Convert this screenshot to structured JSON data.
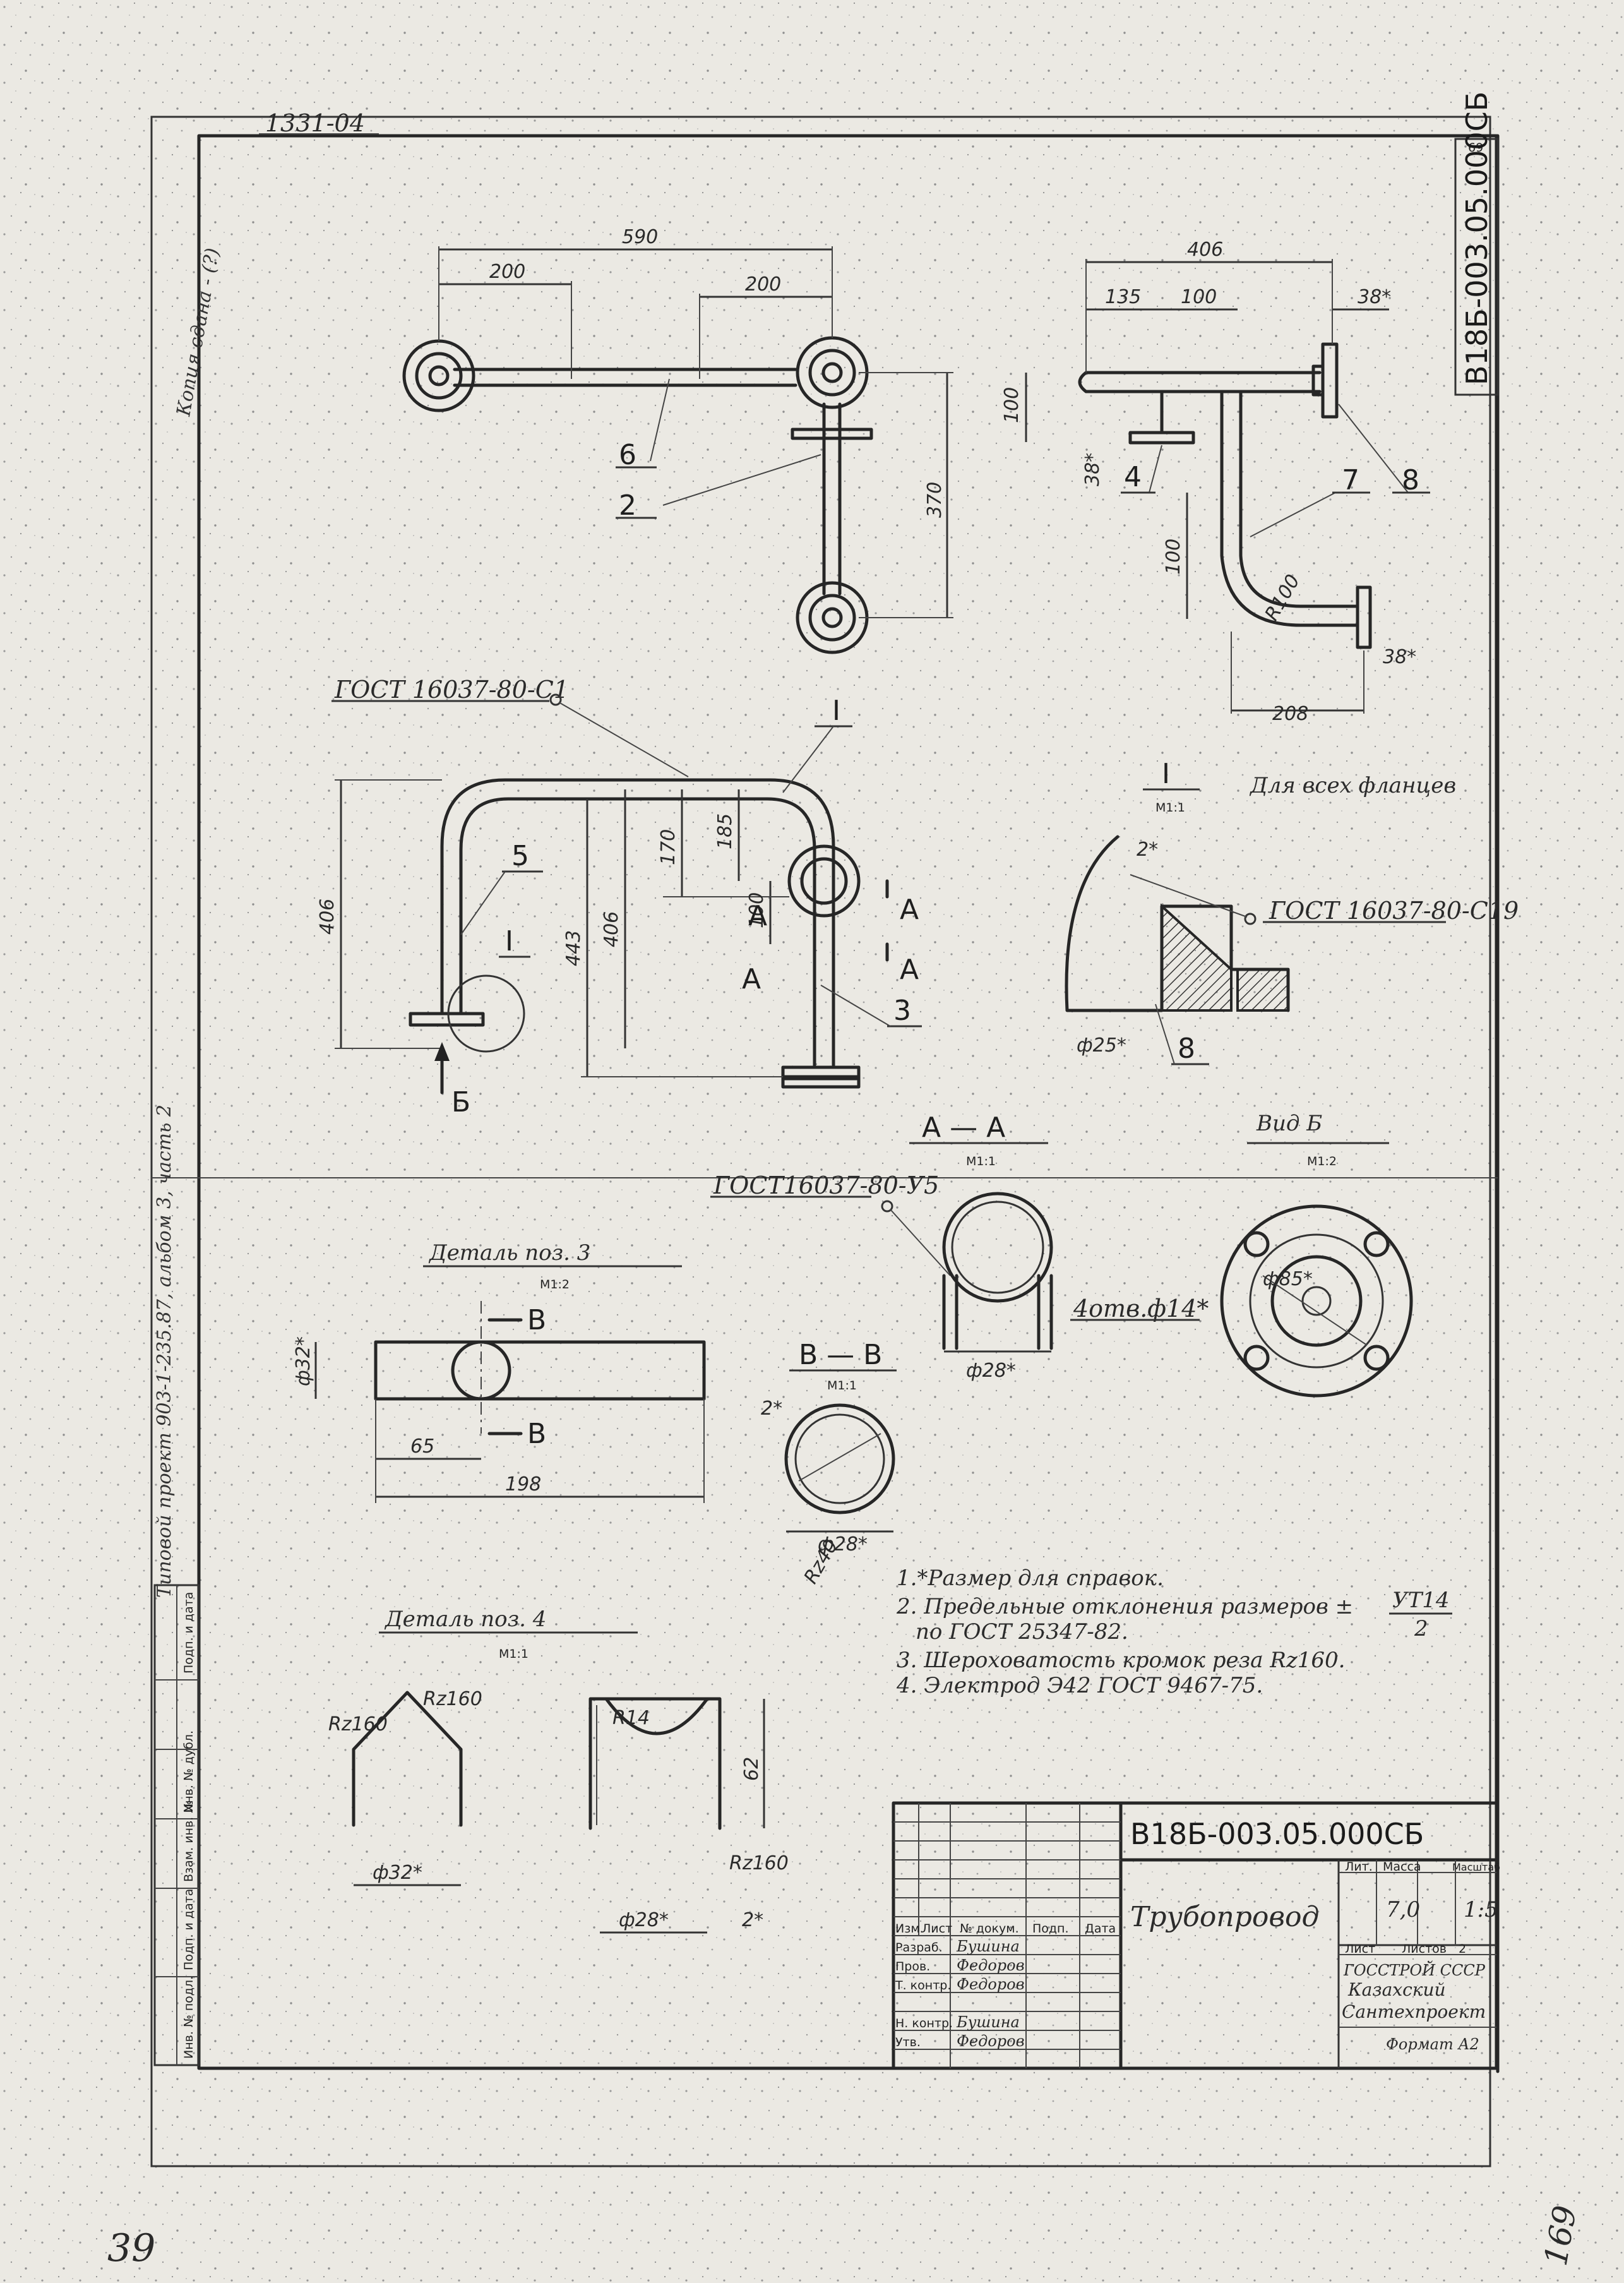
{
  "archive_number": "1331-04",
  "sheet_number": "69",
  "corner_marks": {
    "bottom_left": "39",
    "bottom_right": "169"
  },
  "side_stamp": "Копия сдана - (?)",
  "left_margin_text": "Типовой проект 903-1-235.87, альбом 3, часть 2",
  "binding_block": [
    "Инв. № подл.",
    "Подп. и дата",
    "Взам. инв. №",
    "Инв. № дубл.",
    "Подп. и дата"
  ],
  "rotated_designation": "В18Б-003.05.000СБ",
  "top_view": {
    "dims": [
      "590",
      "200",
      "200",
      "370"
    ],
    "positions": [
      "6",
      "2"
    ]
  },
  "side_view": {
    "dims": [
      "406",
      "135",
      "100",
      "38*",
      "100",
      "38*",
      "100",
      "R100",
      "38*",
      "208"
    ],
    "positions": [
      "4",
      "7",
      "8"
    ]
  },
  "front_view": {
    "gost_callout": "ГОСТ 16037-80-С1",
    "dims": [
      "406",
      "443",
      "406",
      "170",
      "185",
      "100"
    ],
    "positions": [
      "I",
      "5",
      "3"
    ],
    "detail_mark": "I",
    "section_marks": [
      "А",
      "А",
      "А",
      "А"
    ],
    "view_mark": "Б"
  },
  "detail_I": {
    "title": "I",
    "scale": "М1:1",
    "caption": "Для всех фланцев",
    "dims": [
      "2*",
      "ф25*"
    ],
    "gost": "ГОСТ 16037-80-С19",
    "position": "8"
  },
  "section_AA": {
    "title": "А — А",
    "scale": "М1:1",
    "gost": "ГОСТ16037-80-У5",
    "dims": [
      "ф28*"
    ]
  },
  "view_B": {
    "title": "Вид Б",
    "scale": "М1:2",
    "holes": "4отв.ф14*",
    "dims": [
      "ф85*"
    ]
  },
  "detail_pos3": {
    "title": "Деталь поз. 3",
    "scale": "М1:2",
    "dims": [
      "ф32*",
      "65",
      "198"
    ],
    "section_marks": [
      "В",
      "В"
    ]
  },
  "section_BB": {
    "title": "В — В",
    "scale": "М1:1",
    "dims": [
      "2*",
      "ф28*",
      "Rz40"
    ]
  },
  "detail_pos4": {
    "title": "Деталь поз. 4",
    "scale": "М1:1",
    "dims": [
      "Rz160",
      "Rz160",
      "ф32*",
      "R14",
      "62",
      "Rz160",
      "ф28*",
      "2*"
    ]
  },
  "notes": [
    "1.*Размер для справок.",
    "2. Предельные отклонения размеров ±",
    "по ГОСТ 25347-82.",
    "3. Шероховатость кромок реза Rz160.",
    "4. Электрод Э42 ГОСТ 9467-75."
  ],
  "tolerance": {
    "num": "УТ14",
    "den": "2"
  },
  "title_block": {
    "designation": "В18Б-003.05.000СБ",
    "name": "Трубопровод",
    "headers": [
      "Изм.",
      "Лист",
      "№ докум.",
      "Подп.",
      "Дата"
    ],
    "roles": [
      {
        "role": "Разраб.",
        "name": "Бушина"
      },
      {
        "role": "Пров.",
        "name": "Федоров"
      },
      {
        "role": "Т. контр.",
        "name": "Федоров"
      },
      {
        "role": "",
        "name": ""
      },
      {
        "role": "Н. контр.",
        "name": "Бушина"
      },
      {
        "role": "Утв.",
        "name": "Федоров"
      }
    ],
    "lit_label": "Лит.",
    "mass_label": "Масса",
    "scale_label": "Масштаб",
    "mass": "7,0",
    "scale": "1:5",
    "sheet_label": "Лист",
    "sheets_label": "Листов",
    "sheets": "2",
    "org": [
      "ГОССТРОЙ СССР",
      "Казахский",
      "Сантехпроект"
    ],
    "format": "Формат А2"
  }
}
